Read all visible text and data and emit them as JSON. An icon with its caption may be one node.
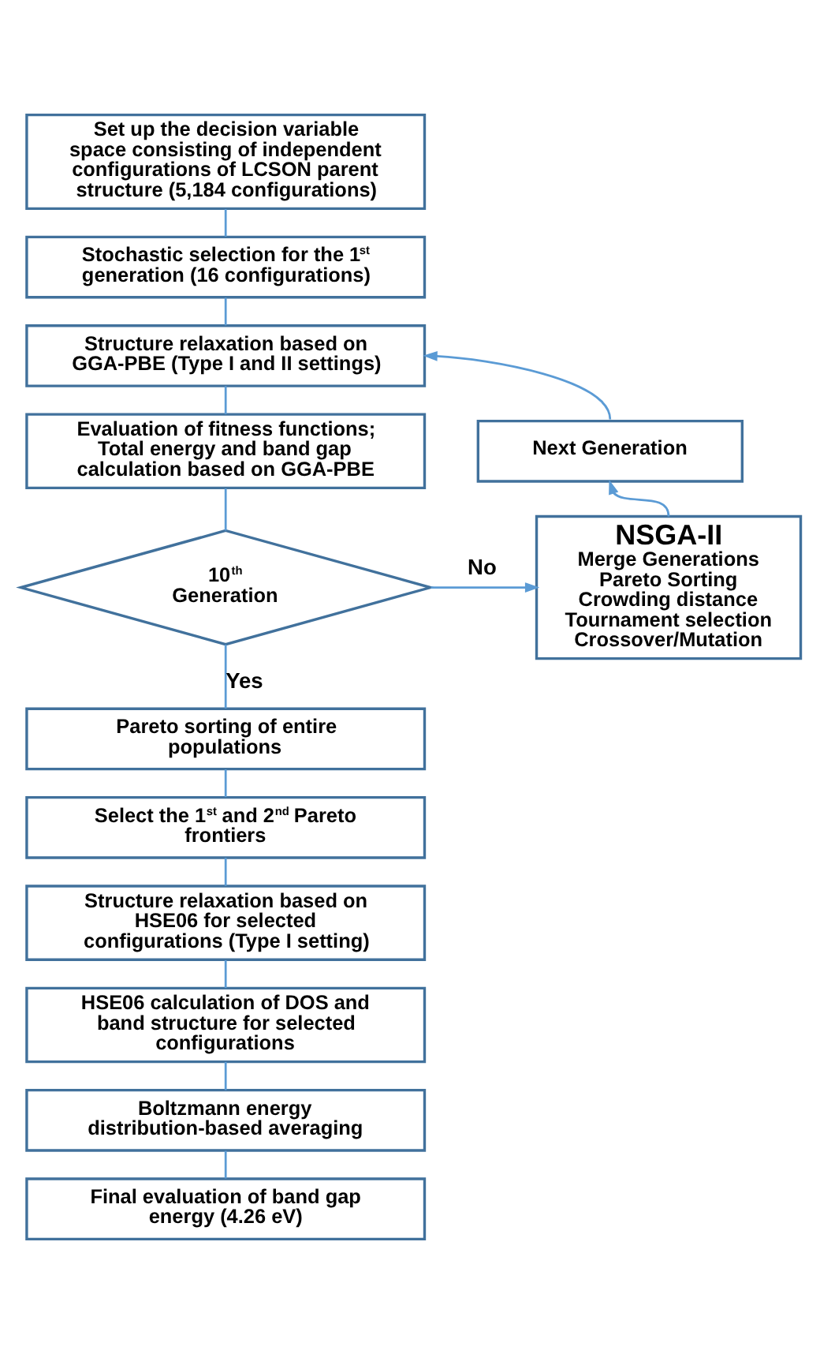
{
  "diagram": {
    "nodes": [
      {
        "text": [
          "Set up the decision variable space consisting of independent configurations of LCSON parent structure (5,184 configurations)"
        ]
      },
      {
        "text": [
          "Stochastic selection for the 1$^{st}$ generation (16 configurations)"
        ]
      },
      {
        "text": [
          "Structure relaxation based on GGA-PBE (Type I and II settings)"
        ]
      },
      {
        "text": [
          "Evaluation of fitness functions; Total energy and band gap calculation based on GGA-PBE"
        ]
      },
      {
        "text": [
          "10$^{th}$ Generation"
        ]
      },
      {
        "text": [
          "Pareto sorting of entire populations"
        ]
      },
      {
        "text": [
          "Select the 1$^{st}$ and 2$^{nd}$ Pareto frontiers"
        ]
      },
      {
        "text": [
          "Structure relaxation based on HSE06 for selected configurations (Type I setting)"
        ]
      },
      {
        "text": [
          "HSE06 calculation of DOS and band structure for selected configurations"
        ]
      },
      {
        "text": [
          "Boltzmann energy distribution-based averaging"
        ]
      },
      {
        "text": [
          "Final evaluation of band gap energy (4.26 eV)"
        ]
      },
      {
        "text": [
          "NSGA-II",
          "Merge Generations",
          "Pareto Sorting",
          "Crowding distance",
          "Tournament selection",
          "Crossover/Mutation"
        ]
      },
      {
        "text": [
          "Next Generation"
        ]
      }
    ],
    "edges": [
      {
        "from": 0,
        "to": 1,
        "arrow": "none"
      },
      {
        "from": 1,
        "to": 2,
        "arrow": "none"
      },
      {
        "from": 2,
        "to": 3,
        "arrow": "none"
      },
      {
        "from": 3,
        "to": 4,
        "arrow": "none"
      },
      {
        "from": 4,
        "to": 11,
        "arrow": "to",
        "label": "No"
      },
      {
        "from": 4,
        "to": 5,
        "arrow": "none",
        "label": "Yes"
      },
      {
        "from": 5,
        "to": 6,
        "arrow": "none"
      },
      {
        "from": 6,
        "to": 7,
        "arrow": "none"
      },
      {
        "from": 7,
        "to": 8,
        "arrow": "none"
      },
      {
        "from": 8,
        "to": 9,
        "arrow": "none"
      },
      {
        "from": 9,
        "to": 10,
        "arrow": "none"
      },
      {
        "from": 11,
        "to": 12,
        "arrow": "to"
      },
      {
        "from": 12,
        "to": 2,
        "arrow": "to"
      }
    ]
  }
}
